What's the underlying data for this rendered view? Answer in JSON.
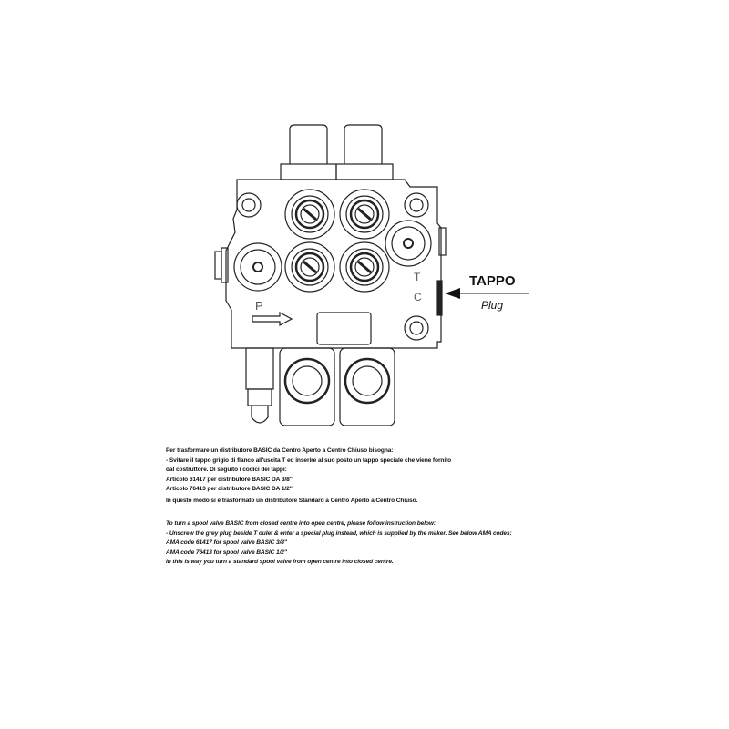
{
  "diagram": {
    "tappo_label": "TAPPO",
    "plug_label": "Plug",
    "port_p": "P",
    "port_t": "T",
    "port_c": "C"
  },
  "italian_text": [
    "Per trasformare un distributore BASIC da Centro Aperto a Centro Chiuso bisogna:",
    "- Svitare il tappo grigio di fianco all'uscita T ed inserire al suo posto un tappo speciale che viene fornito",
    "dal costruttore. Di seguito i codici dei tappi:",
    "Articolo 61417 per distributore BASIC DA 3/8\"",
    "Articolo 76413 per distributore BASIC DA 1/2\"",
    "In questo modo si é trasformato un distributore Standard a Centro Aperto a Centro Chiuso."
  ],
  "english_text": [
    "To turn a spool valve BASIC from closed centre into open centre, please follow instruction below:",
    "- Unscrew the grey plug beside T oulet & enter a special plug instead, which is supplied by the maker. See below AMA codes:",
    "AMA code 61417  for spool valve BASIC 3/8\"",
    "AMA code 76413 for spool valve BASIC 1/2\"",
    "In this is way you turn a standard spool valve from open centre into closed centre."
  ]
}
